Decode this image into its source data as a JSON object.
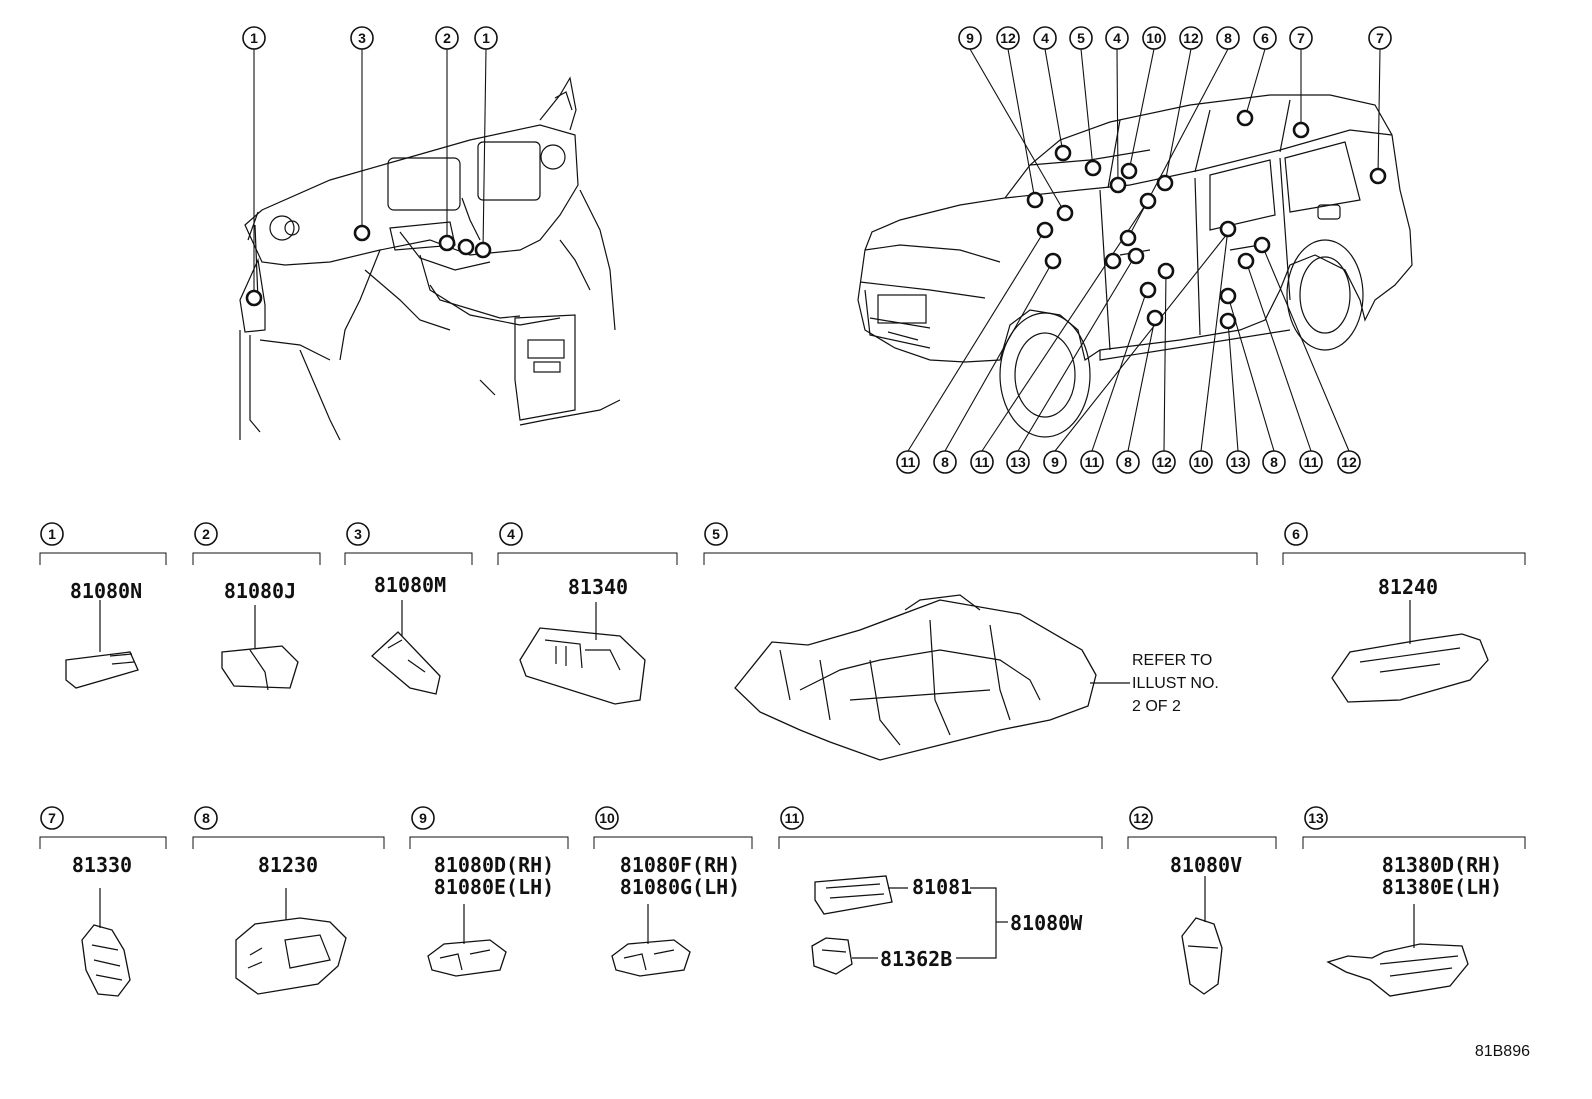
{
  "callouts_dash": [
    "1",
    "3",
    "2",
    "1"
  ],
  "callouts_car_top": [
    "9",
    "12",
    "4",
    "5",
    "4",
    "10",
    "12",
    "8",
    "6",
    "7",
    "7"
  ],
  "callouts_car_bottom": [
    "11",
    "8",
    "11",
    "13",
    "9",
    "11",
    "8",
    "12",
    "10",
    "13",
    "8",
    "11",
    "12"
  ],
  "groups": [
    {
      "num": "1",
      "parts": [
        "81080N"
      ]
    },
    {
      "num": "2",
      "parts": [
        "81080J"
      ]
    },
    {
      "num": "3",
      "parts": [
        "81080M"
      ]
    },
    {
      "num": "4",
      "parts": [
        "81340"
      ]
    },
    {
      "num": "5",
      "parts": [],
      "refer": [
        "REFER TO",
        "ILLUST NO.",
        "2 OF 2"
      ]
    },
    {
      "num": "6",
      "parts": [
        "81240"
      ]
    },
    {
      "num": "7",
      "parts": [
        "81330"
      ]
    },
    {
      "num": "8",
      "parts": [
        "81230"
      ]
    },
    {
      "num": "9",
      "parts": [
        "81080D(RH)",
        "81080E(LH)"
      ]
    },
    {
      "num": "10",
      "parts": [
        "81080F(RH)",
        "81080G(LH)"
      ]
    },
    {
      "num": "11",
      "parts": [
        "81081",
        "81362B",
        "81080W"
      ]
    },
    {
      "num": "12",
      "parts": [
        "81080V"
      ]
    },
    {
      "num": "13",
      "parts": [
        "81380D(RH)",
        "81380E(LH)"
      ]
    }
  ],
  "diagram_code": "81B896"
}
